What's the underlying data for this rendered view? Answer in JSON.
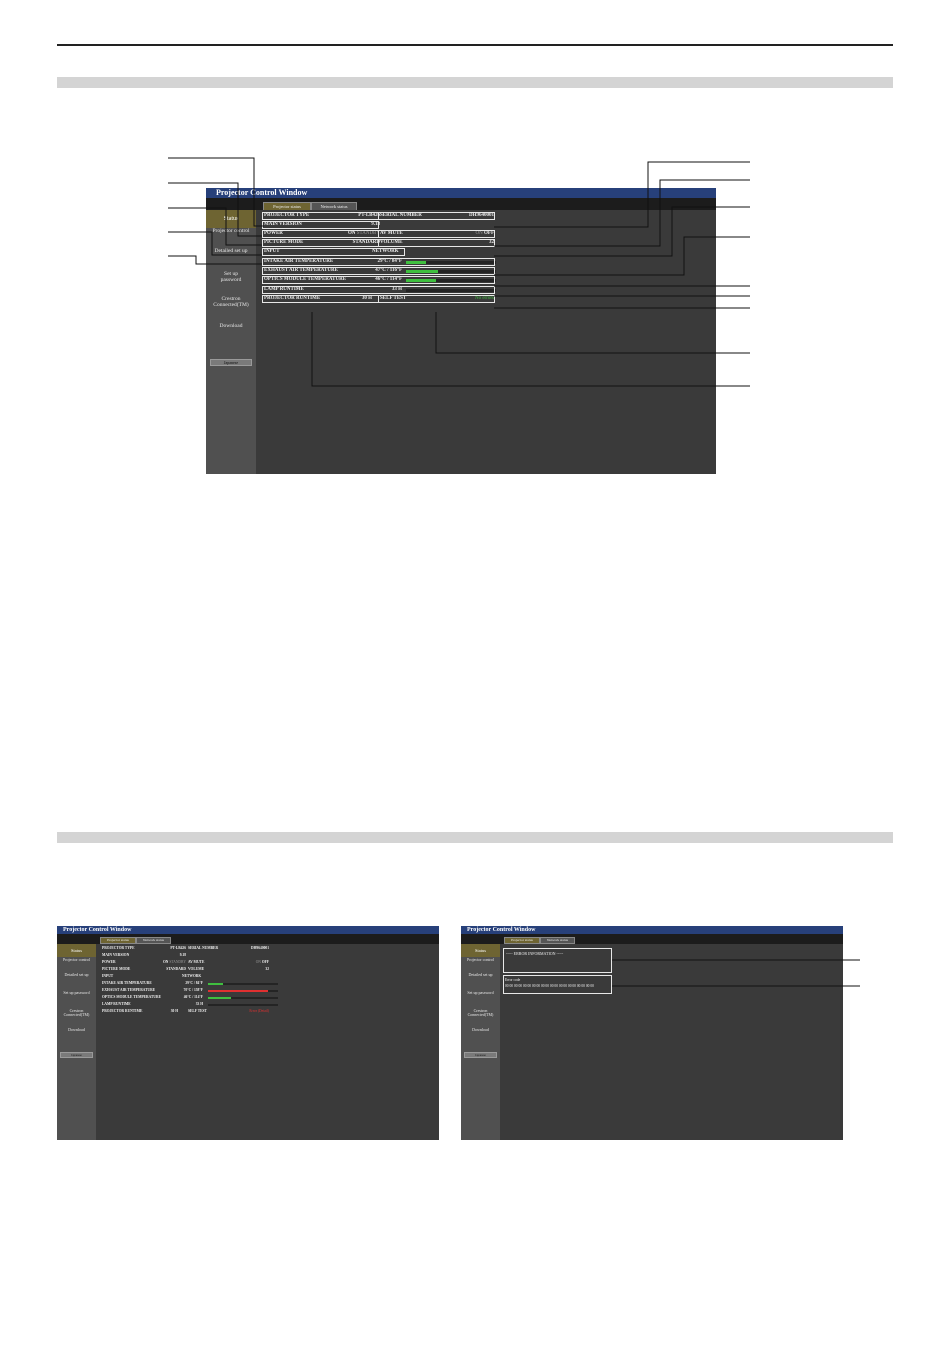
{
  "main_window": {
    "title": "Projector Control Window",
    "tabs": [
      {
        "label": "Projector status"
      },
      {
        "label": "Network status"
      }
    ],
    "sidebar": [
      {
        "label": "Status"
      },
      {
        "label": "Projector control"
      },
      {
        "label": "Detailed set up"
      },
      {
        "label": "Set up password"
      },
      {
        "label": "Crestron Connected(TM)"
      },
      {
        "label": "Download"
      }
    ],
    "sidebar_button": "Japanese",
    "status": {
      "projector_type_label": "PROJECTOR TYPE",
      "projector_type_value": "PT-LB426",
      "main_version_label": "MAIN VERSION",
      "main_version_value": "9.18",
      "power_label": "POWER",
      "power_on": "ON",
      "power_standby": "STANDBY",
      "picture_mode_label": "PICTURE MODE",
      "picture_mode_value": "STANDARD",
      "input_label": "INPUT",
      "serial_number_label": "SERIAL NUMBER",
      "serial_number_value": "DH9640001",
      "av_mute_label": "AV MUTE",
      "av_mute_on": "ON",
      "av_mute_off": "OFF",
      "volume_label": "VOLUME",
      "volume_value": "32",
      "input_value": "NETWORK",
      "intake_label": "INTAKE AIR TEMPERATURE",
      "intake_value": "29°C / 84°F",
      "intake_level": 0.22,
      "exhaust_label": "EXHAUST AIR TEMPERATURE",
      "exhaust_value": "47°C / 116°F",
      "exhaust_level": 0.35,
      "optics_label": "OPTICS MODULE TEMPERATURE",
      "optics_value": "46°C / 114°F",
      "optics_level": 0.33,
      "lamp_runtime_label": "LAMP RUNTIME",
      "lamp_runtime_value": "33 H",
      "projector_runtime_label": "PROJECTOR RUNTIME",
      "projector_runtime_value": "30 H",
      "self_test_label": "SELF TEST",
      "self_test_value": "No errors"
    }
  },
  "error_window_left": {
    "title": "Projector Control Window",
    "tabs": [
      {
        "label": "Projector status"
      },
      {
        "label": "Network status"
      }
    ],
    "sidebar": [
      {
        "label": "Status"
      },
      {
        "label": "Projector control"
      },
      {
        "label": "Detailed set up"
      },
      {
        "label": "Set up password"
      },
      {
        "label": "Crestron Connected(TM)"
      },
      {
        "label": "Download"
      }
    ],
    "sidebar_button": "Japanese",
    "status": {
      "projector_type_label": "PROJECTOR TYPE",
      "projector_type_value": "PT-LB426",
      "main_version_label": "MAIN VERSION",
      "main_version_value": "9.18",
      "power_label": "POWER",
      "power_on": "ON",
      "power_standby": "STANDBY",
      "picture_mode_label": "PICTURE MODE",
      "picture_mode_value": "STANDARD",
      "input_label": "INPUT",
      "serial_number_label": "SERIAL NUMBER",
      "serial_number_value": "DH9640001",
      "av_mute_label": "AV MUTE",
      "av_mute_on": "ON",
      "av_mute_off": "OFF",
      "volume_label": "VOLUME",
      "volume_value": "32",
      "input_value": "NETWORK",
      "intake_label": "INTAKE AIR TEMPERATURE",
      "intake_value": "29°C / 84°F",
      "intake_level": 0.22,
      "exhaust_label": "EXHAUST AIR TEMPERATURE",
      "exhaust_value": "70°C / 158°F",
      "exhaust_level": 0.85,
      "exhaust_color": "#e03030",
      "optics_label": "OPTICS MODULE TEMPERATURE",
      "optics_value": "46°C / 114°F",
      "optics_level": 0.33,
      "lamp_runtime_label": "LAMP RUNTIME",
      "lamp_runtime_value": "33 H",
      "projector_runtime_label": "PROJECTOR RUNTIME",
      "projector_runtime_value": "30 H",
      "self_test_label": "SELF TEST",
      "self_test_value": "Error (Detail)"
    }
  },
  "error_window_right": {
    "title": "Projector Control Window",
    "tabs": [
      {
        "label": "Projector status"
      },
      {
        "label": "Network status"
      }
    ],
    "sidebar": [
      {
        "label": "Status"
      },
      {
        "label": "Projector control"
      },
      {
        "label": "Detailed set up"
      },
      {
        "label": "Set up password"
      },
      {
        "label": "Crestron Connected(TM)"
      },
      {
        "label": "Download"
      }
    ],
    "sidebar_button": "Japanese",
    "error_information_heading": "----- ERROR INFORMATION -----",
    "error_code_label": "Error code",
    "error_code_value": "00 00 00 00 00 00 00 00 00 00 00 00 00 00 00 00 00 00 00 00"
  },
  "colors": {
    "title_bar": "#27407a",
    "active_tab": "#6e6432",
    "level_bar": "#3fbf3f",
    "error_red": "#e03030"
  }
}
